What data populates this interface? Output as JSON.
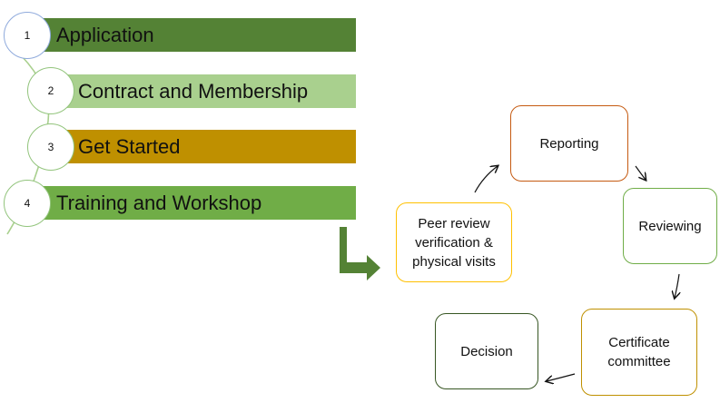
{
  "steps": [
    {
      "number": "1",
      "label": "Application"
    },
    {
      "number": "2",
      "label": "Contract and Membership"
    },
    {
      "number": "3",
      "label": "Get Started"
    },
    {
      "number": "4",
      "label": "Training and Workshop"
    }
  ],
  "cycle": {
    "reporting": "Reporting",
    "reviewing": "Reviewing",
    "certificate": "Certificate committee",
    "decision": "Decision",
    "peer_review": "Peer review verification & physical visits"
  },
  "colors": {
    "step1": "#548235",
    "step2": "#a9d08e",
    "step3": "#bf9000",
    "step4": "#70ad47",
    "connector": "#a9d08e",
    "big_arrow": "#548235"
  }
}
